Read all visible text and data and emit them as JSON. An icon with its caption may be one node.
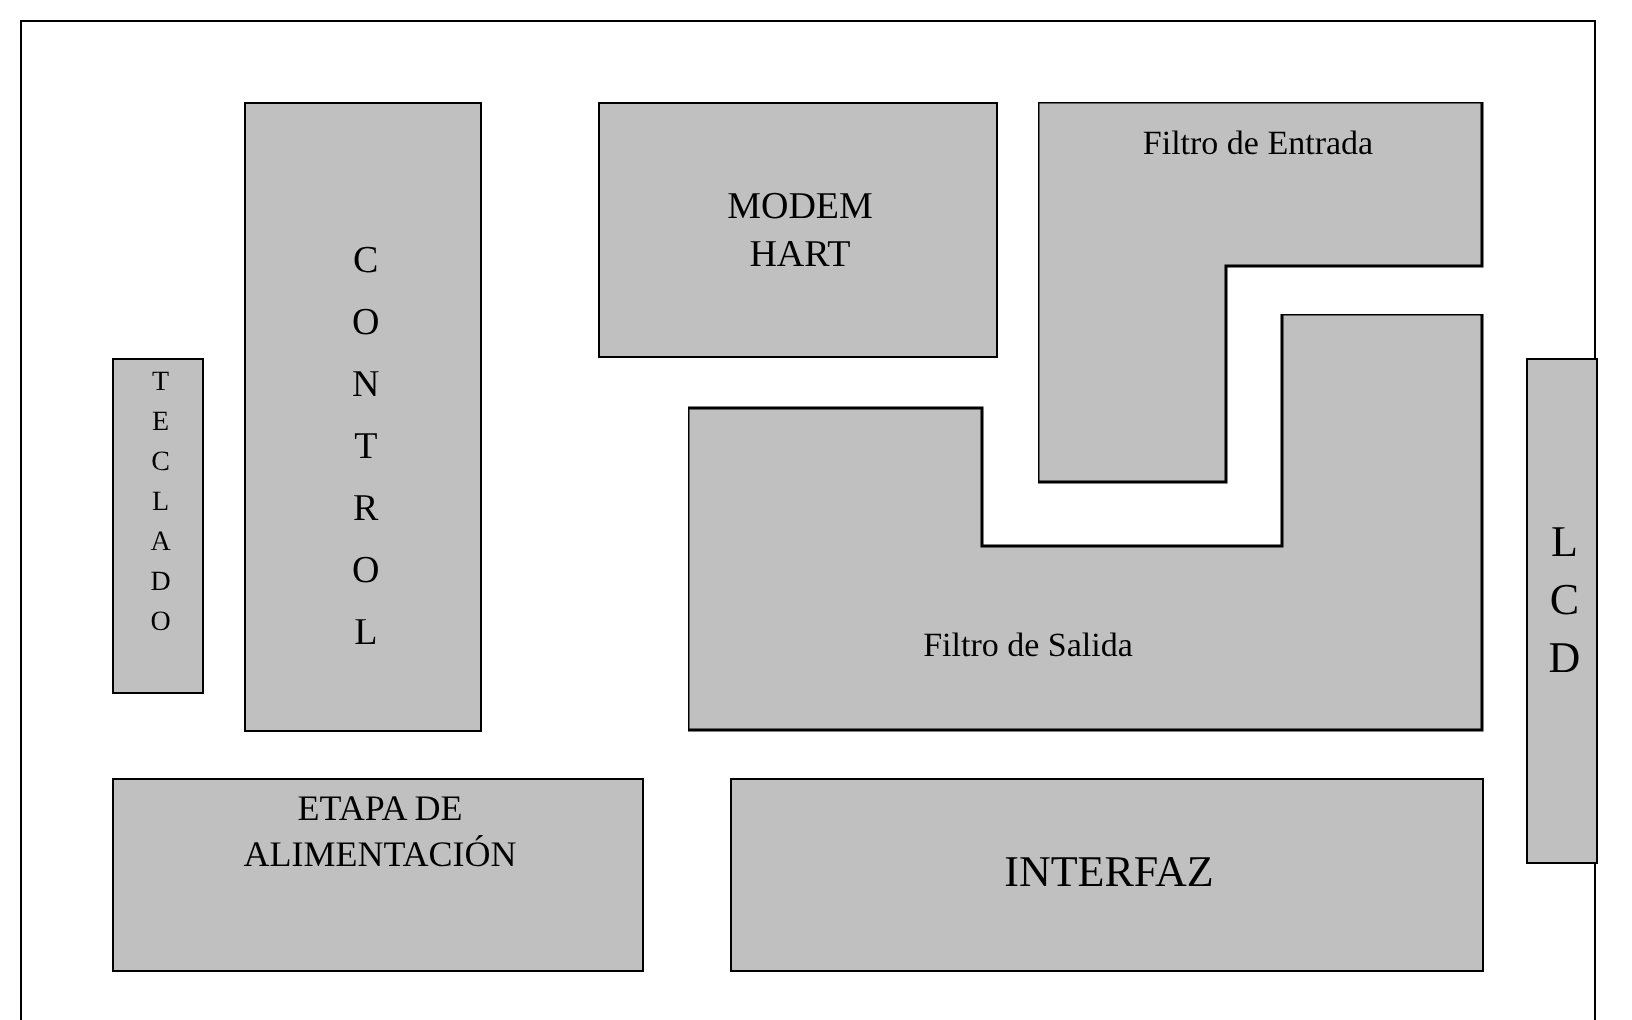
{
  "diagram": {
    "nodes": [
      {
        "text": [],
        "shape": "box"
      },
      {
        "text": [
          "TECLADO"
        ],
        "in": 0
      },
      {
        "text": [
          "CONTROL"
        ],
        "in": 0
      },
      {
        "text": [
          "MODEM HART"
        ],
        "in": 0
      },
      {
        "text": [
          "Filtro de Entrada"
        ],
        "in": 0
      },
      {
        "text": [
          "LCD"
        ],
        "in": 0
      },
      {
        "text": [
          "Filtro de Salida"
        ],
        "in": 0
      },
      {
        "text": [
          "ETAPA DE ALIMENTACIÓN"
        ],
        "in": 0
      },
      {
        "text": [
          "INTERFAZ"
        ],
        "in": 0
      }
    ],
    "edges": []
  }
}
